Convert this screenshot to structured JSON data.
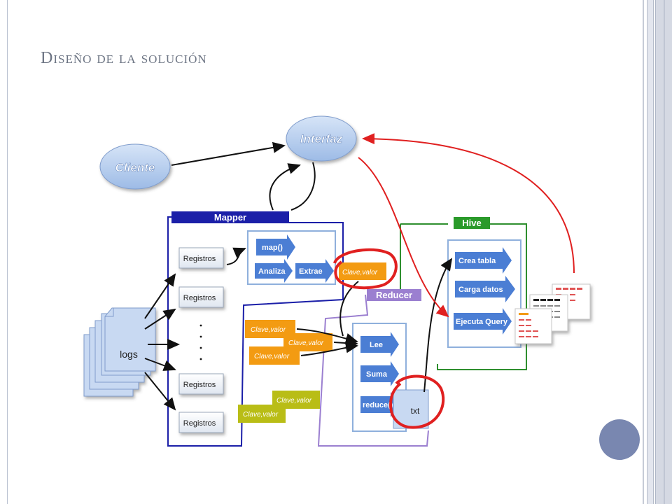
{
  "slide": {
    "title": "Diseño de la solución"
  },
  "diagram": {
    "nodes": {
      "cliente": "Cliente",
      "interfaz": "Interfaz",
      "logs": "logs",
      "mapper_title": "Mapper",
      "reducer_title": "Reducer",
      "hive_title": "Hive",
      "registros": [
        "Registros",
        "Registros",
        "Registros",
        "Registros"
      ],
      "map_steps": [
        "map()",
        "Analiza",
        "Extrae"
      ],
      "reduce_steps": [
        "Lee",
        "Suma",
        "reduce()"
      ],
      "hive_steps": [
        "Crea tabla",
        "Carga datos",
        "Ejecuta Query"
      ],
      "txt": "txt",
      "kv_label": "Clave,valor",
      "ellipsis": "·"
    },
    "colors": {
      "mapper": "#1b1fa8",
      "reducer": "#9b7fd0",
      "hive": "#2f8f2f",
      "arrow_blue": "#4b7ed4",
      "orange": "#f39b12",
      "olive": "#b9bd16",
      "red": "#e02020"
    }
  }
}
